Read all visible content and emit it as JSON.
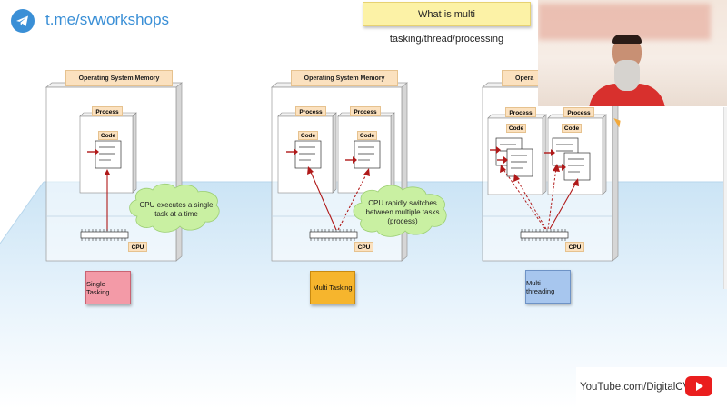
{
  "header": {
    "channel_link": "t.me/svworkshops",
    "slide_title": "What is multi tasking/thread/processing"
  },
  "panels": {
    "single": {
      "os_memory_label": "Operating System Memory",
      "process_label": "Process",
      "code_label": "Code",
      "cpu_label": "CPU",
      "cloud_text": "CPU executes a single task at a time",
      "tag_label": "Single Tasking"
    },
    "multi_task": {
      "os_memory_label": "Operating System Memory",
      "process_labels": [
        "Process",
        "Process"
      ],
      "code_labels": [
        "Code",
        "Code"
      ],
      "cpu_label": "CPU",
      "cloud_text": "CPU rapidly switches between multiple tasks (process)",
      "tag_label": "Multi Tasking"
    },
    "multi_thread": {
      "os_memory_label": "Opera",
      "process_labels": [
        "Process",
        "Process"
      ],
      "code_labels": [
        "Code",
        "Code"
      ],
      "cpu_label": "CPU",
      "tag_label": "Multi threading"
    }
  },
  "footer": {
    "youtube_text": "YouTube.com/DigitalCV"
  },
  "colors": {
    "telegram_blue": "#3a8fd6",
    "note_yellow": "#fcf2a6",
    "label_peach": "#fbe1bf",
    "arrow_red": "#b01919",
    "cloud_green": "#c9f0a2",
    "floor_blue": "#dcedf9",
    "youtube_red": "#ea1e1e"
  },
  "icons": [
    "telegram-icon",
    "youtube-icon",
    "cpu-chip-icon",
    "cloud-shape",
    "mouse-cursor-icon",
    "presenter-webcam"
  ]
}
